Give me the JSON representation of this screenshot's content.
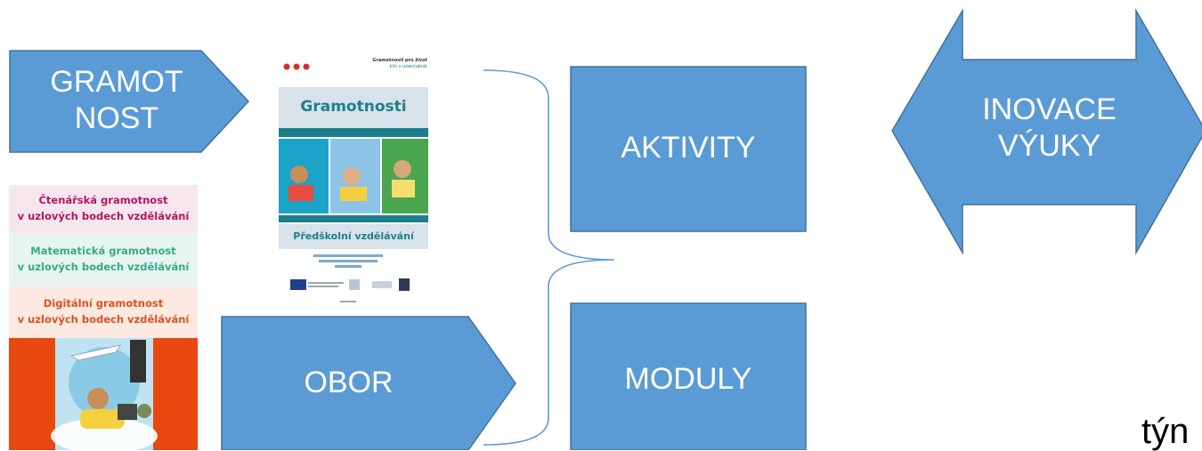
{
  "shapes": {
    "gramotnost": "GRAMOT NOST",
    "gramotnost_l1": "GRAMOT",
    "gramotnost_l2": "NOST",
    "obor": "OBOR",
    "aktivity": "AKTIVITY",
    "moduly": "MODULY",
    "inovace_l1": "INOVACE",
    "inovace_l2": "VÝUKY"
  },
  "cover_left": {
    "band1_l1": "Čtenářská gramotnost",
    "band1_l2": "v uzlových bodech vzdělávání",
    "band2_l1": "Matematická gramotnost",
    "band2_l2": "v uzlových bodech vzdělávání",
    "band3_l1": "Digitální gramotnost",
    "band3_l2": "v uzlových bodech vzdělávání"
  },
  "cover_mid": {
    "top_right_l1": "Gramotnosti pro život",
    "top_right_l2": "klíč v uzančabisk",
    "title": "Gramotnosti",
    "subtitle": "Předškolní vzdělávání"
  },
  "corner_text": "týn",
  "colors": {
    "shape_fill": "#5b9bd5",
    "shape_stroke": "#41719c",
    "band1_bg": "#f7e6ee",
    "band1_text": "#b0175f",
    "band2_bg": "#e6f5f0",
    "band2_text": "#3aa88a",
    "band3_bg": "#fbe9e2",
    "band3_text": "#d9531e",
    "cover_orange": "#e8480e",
    "cover_teal": "#1d7f8e"
  }
}
